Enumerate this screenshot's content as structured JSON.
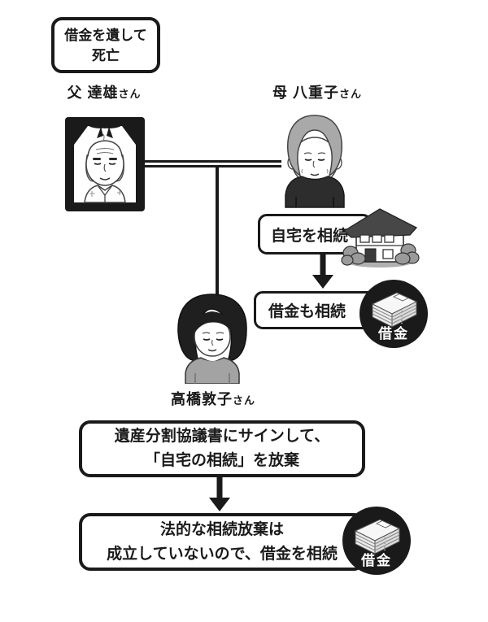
{
  "top_note": {
    "line1": "借金を遺して",
    "line2": "死亡"
  },
  "people": {
    "father": {
      "name": "父 達雄",
      "suffix": "さん"
    },
    "mother": {
      "name": "母 八重子",
      "suffix": "さん"
    },
    "daughter": {
      "name": "高橋敦子",
      "suffix": "さん"
    }
  },
  "flow": {
    "inherit_home": "自宅を相続",
    "inherit_debt": "借金も相続",
    "sign_line1": "遺産分割協議書にサインして、",
    "sign_line2": "「自宅の相続」を放棄",
    "legal_line1": "法的な相続放棄は",
    "legal_line2": "成立していないので、借金を相続"
  },
  "badges": {
    "debt": "借金"
  },
  "icons": {
    "father_portrait": "funeral-portrait-icon",
    "mother_figure": "elderly-woman-icon",
    "daughter_figure": "young-woman-icon",
    "house": "house-icon",
    "debt_money": "money-stack-icon",
    "down_arrow": "down-arrow-icon"
  },
  "colors": {
    "ink": "#1a1a1a",
    "gray_hair": "#a9a9a9",
    "mother_sweater": "#2d2d2d",
    "daughter_top": "#a3a3a3",
    "daughter_hair": "#1f1f1f",
    "roof": "#474747",
    "bush": "#9a9a9a",
    "badge_bg": "#1a1a1a",
    "badge_text": "#ffffff"
  }
}
